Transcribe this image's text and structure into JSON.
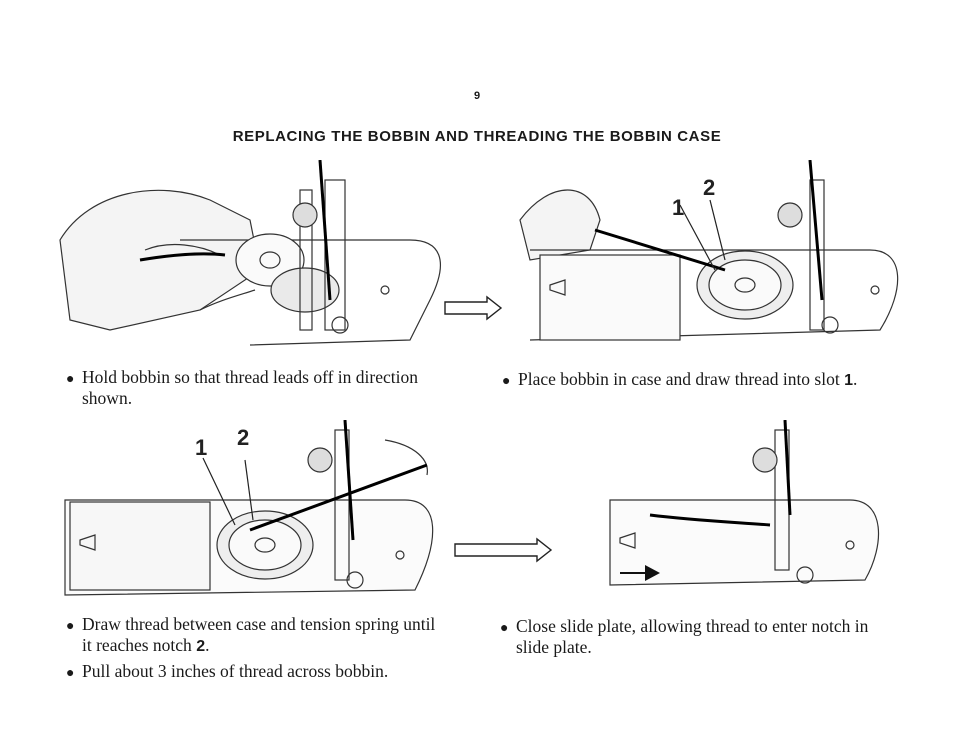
{
  "page": {
    "number": "9",
    "title": "REPLACING THE BOBBIN AND THREADING THE BOBBIN CASE"
  },
  "steps": [
    {
      "lines": [
        "Hold bobbin so that thread leads off in direction shown."
      ]
    },
    {
      "line_start": "Place bobbin in case and draw thread into slot",
      "number": "1",
      "line_end": "."
    },
    {
      "line_start": "Draw thread between case and tension spring until it reaches notch",
      "number": "2",
      "line_end": ".",
      "second_line": "Pull about 3 inches of thread across bobbin."
    },
    {
      "lines": [
        "Close slide plate, allowing thread to enter notch in slide plate."
      ]
    }
  ],
  "callouts": {
    "top_right_1": "1",
    "top_right_2": "2",
    "bottom_left_1": "1",
    "bottom_left_2": "2"
  },
  "bullet_glyph": "●"
}
